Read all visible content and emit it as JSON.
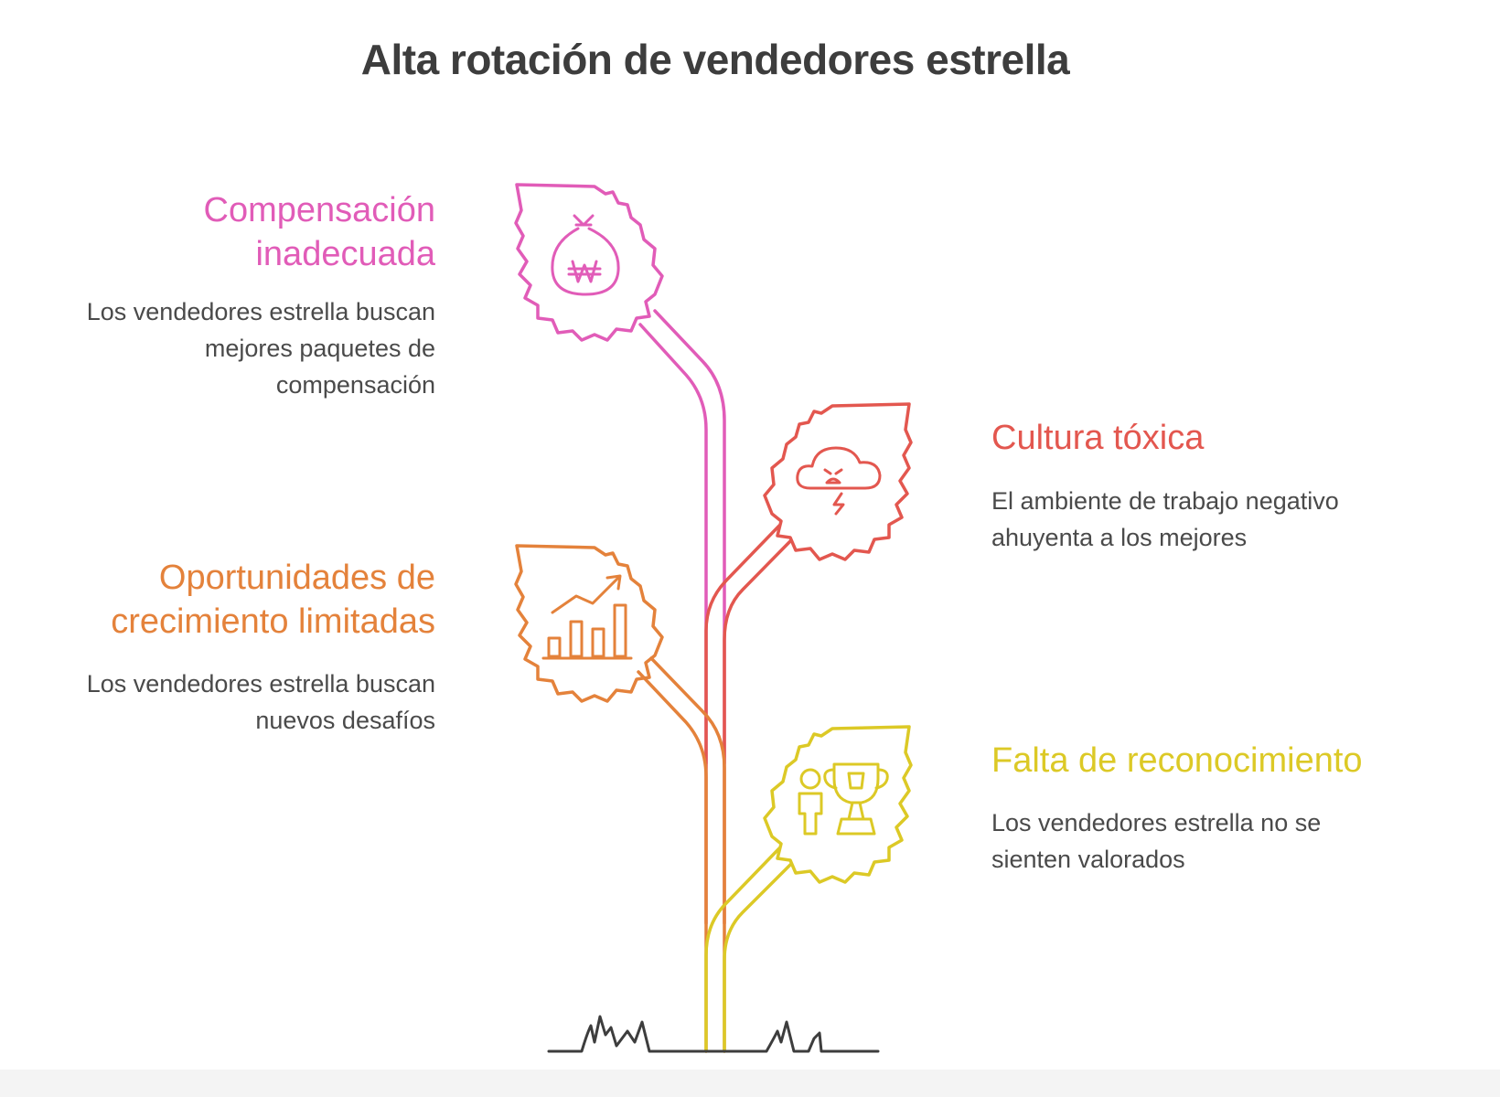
{
  "title": "Alta rotación de vendedores estrella",
  "colors": {
    "pink": "#e15cb8",
    "red": "#e3574f",
    "orange": "#e4823b",
    "yellow": "#dcc926",
    "text": "#4a4a4a",
    "title": "#3d3d3d",
    "ground": "#3d3d3d"
  },
  "items": [
    {
      "title_lines": [
        "Compensación",
        "inadecuada"
      ],
      "desc_lines": [
        "Los vendedores estrella buscan",
        "mejores paquetes de",
        "compensación"
      ],
      "color": "#e15cb8",
      "icon": "money-bag-icon"
    },
    {
      "title_lines": [
        "Cultura tóxica"
      ],
      "desc_lines": [
        "El ambiente de trabajo negativo",
        "ahuyenta a los mejores"
      ],
      "color": "#e3574f",
      "icon": "storm-cloud-icon"
    },
    {
      "title_lines": [
        "Oportunidades de",
        "crecimiento limitadas"
      ],
      "desc_lines": [
        "Los vendedores estrella buscan",
        "nuevos desafíos"
      ],
      "color": "#e4823b",
      "icon": "growth-chart-icon"
    },
    {
      "title_lines": [
        "Falta de reconocimiento"
      ],
      "desc_lines": [
        "Los vendedores estrella no se",
        "sienten valorados"
      ],
      "color": "#dcc926",
      "icon": "person-trophy-icon"
    }
  ]
}
